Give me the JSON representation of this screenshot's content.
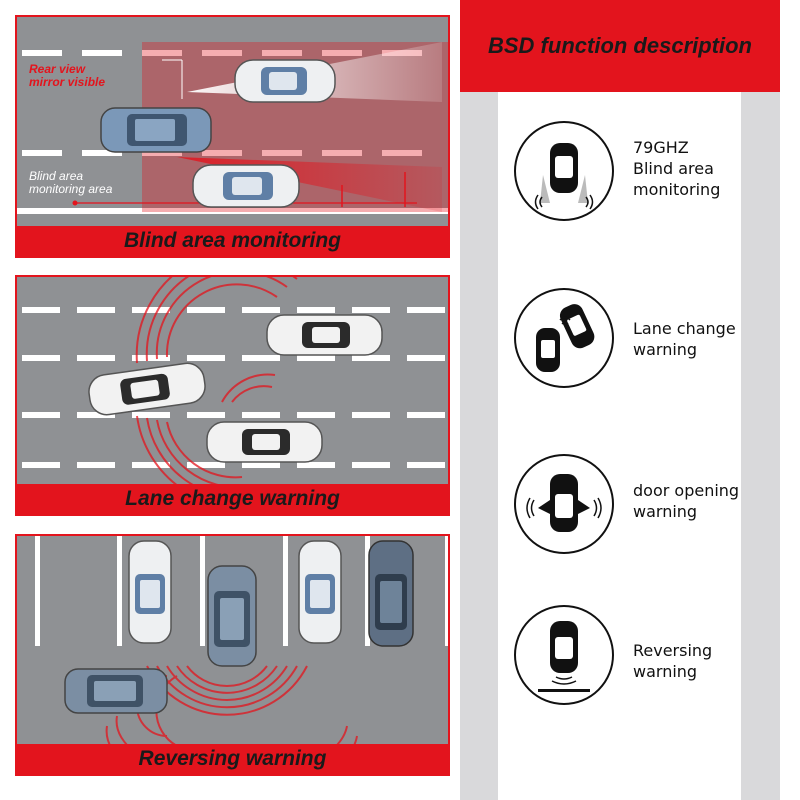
{
  "header": {
    "title": "BSD function description"
  },
  "panels": {
    "blind_area": {
      "banner": "Blind area monitoring",
      "mirror_label_1": "Rear view",
      "mirror_label_2": "mirror visible",
      "zone_label_1": "Blind area",
      "zone_label_2": "monitoring area"
    },
    "lane_change": {
      "banner": "Lane change warning"
    },
    "reversing": {
      "banner": "Reversing warning"
    }
  },
  "features": [
    {
      "line1": "79GHZ",
      "line2": "Blind area",
      "line3": "monitoring",
      "icon": "blind-area-car-icon"
    },
    {
      "line1": "Lane change",
      "line2": "warning",
      "icon": "lane-change-cars-icon"
    },
    {
      "line1": "door opening",
      "line2": "warning",
      "icon": "door-opening-car-icon"
    },
    {
      "line1": "Reversing",
      "line2": "warning",
      "icon": "reversing-car-icon"
    }
  ],
  "colors": {
    "accent": "#e3141d",
    "road": "#8f9194",
    "lane_marking": "#ffffff",
    "road_side": "#d9d9db"
  }
}
